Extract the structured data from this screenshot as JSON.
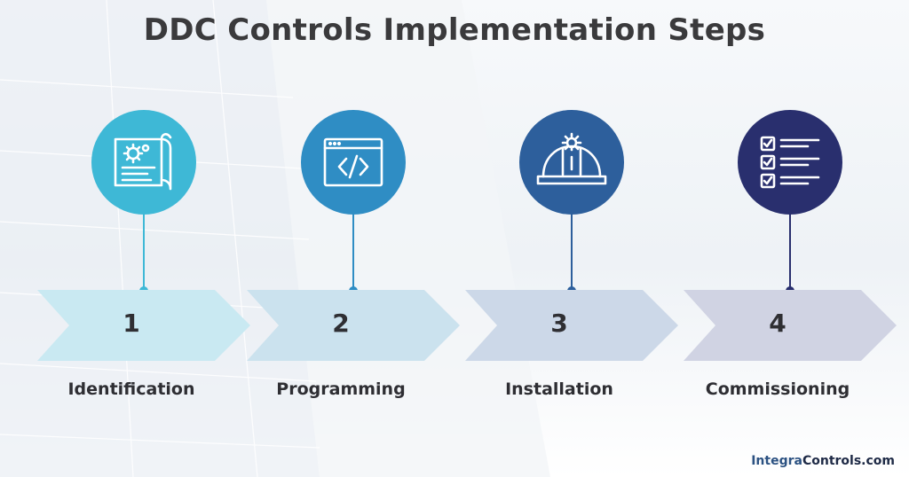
{
  "title": "DDC Controls Implementation Steps",
  "steps": [
    {
      "number": "1",
      "label": "Identification",
      "icon": "blueprint-gear-icon",
      "circle_color": "#3eb8d6",
      "line_color": "#3eb8d6",
      "chevron_color": "#c9e9f2"
    },
    {
      "number": "2",
      "label": "Programming",
      "icon": "code-window-icon",
      "circle_color": "#2f8dc4",
      "line_color": "#2f8dc4",
      "chevron_color": "#cbe2ee"
    },
    {
      "number": "3",
      "label": "Installation",
      "icon": "hard-hat-icon",
      "circle_color": "#2d5f9c",
      "line_color": "#2d5f9c",
      "chevron_color": "#ccd8e8"
    },
    {
      "number": "4",
      "label": "Commissioning",
      "icon": "checklist-icon",
      "circle_color": "#292f6e",
      "line_color": "#292f6e",
      "chevron_color": "#d0d3e3"
    }
  ],
  "brand": {
    "part1": "Integra",
    "part2": "Controls.com"
  }
}
